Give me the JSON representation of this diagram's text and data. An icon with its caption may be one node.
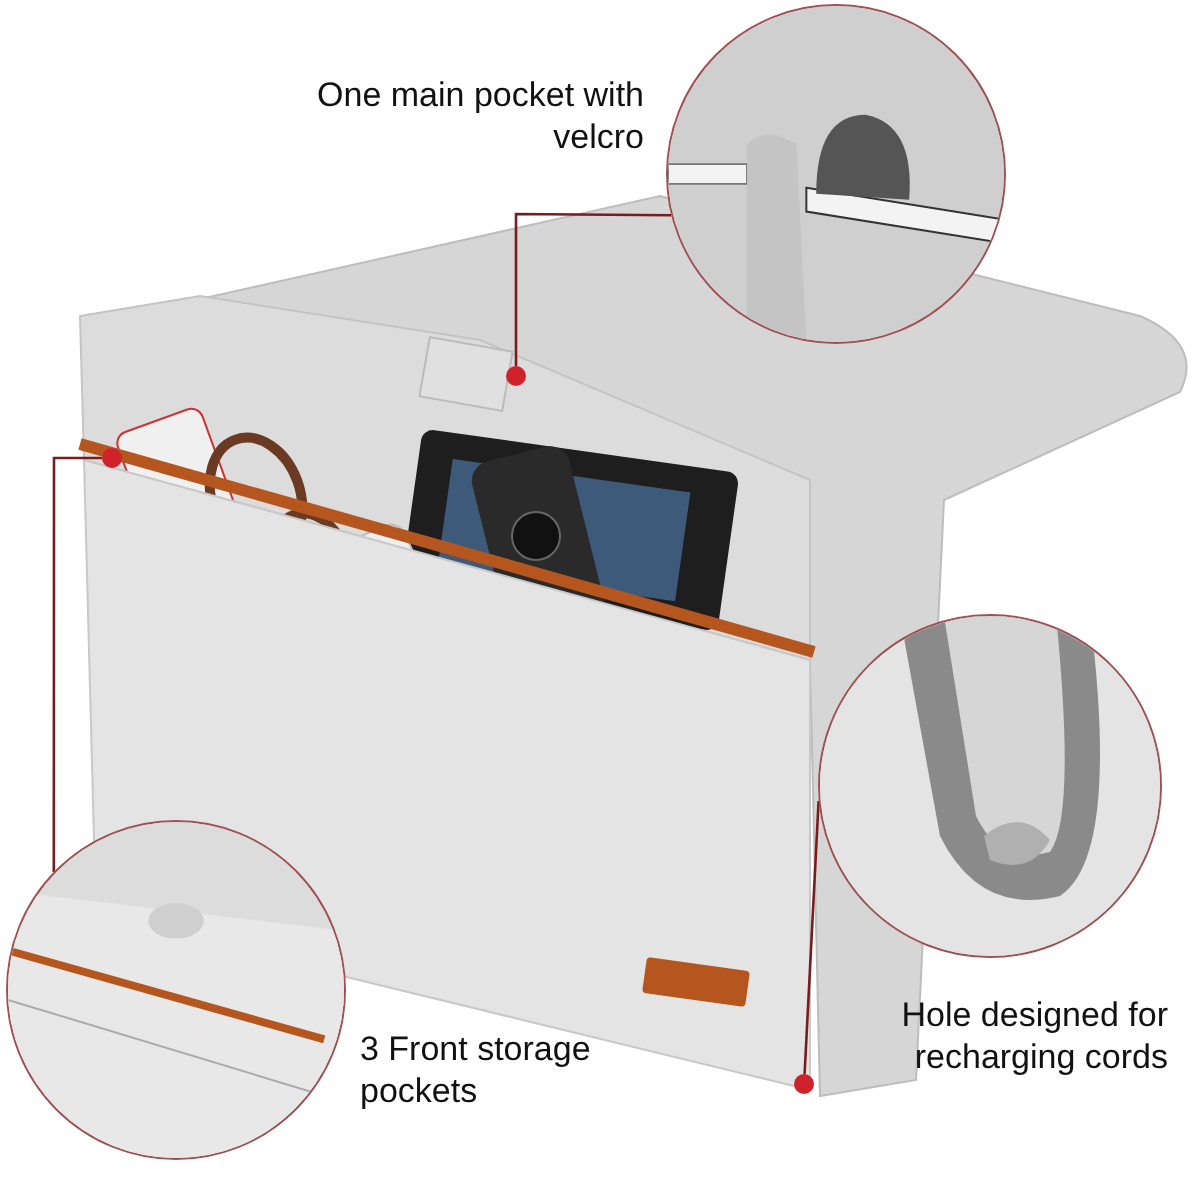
{
  "diagram": {
    "nodes": [
      {
        "text": [],
        "shape": "picture",
        "beside": [
          "One main pocket with velcro"
        ]
      },
      {
        "text": [],
        "shape": "picture",
        "beside": [
          "3 Front storage pockets"
        ]
      },
      {
        "text": [],
        "shape": "picture",
        "beside": [
          "Hole designed for recharging cords"
        ]
      },
      {
        "text": [],
        "shape": "circle"
      },
      {
        "text": [],
        "shape": "circle"
      },
      {
        "text": [],
        "shape": "circle"
      }
    ],
    "edges": [
      {
        "from": 3,
        "to": 0,
        "arrow": "none"
      },
      {
        "from": 4,
        "to": 1,
        "arrow": "none"
      },
      {
        "from": 5,
        "to": 2,
        "arrow": "none"
      }
    ]
  }
}
